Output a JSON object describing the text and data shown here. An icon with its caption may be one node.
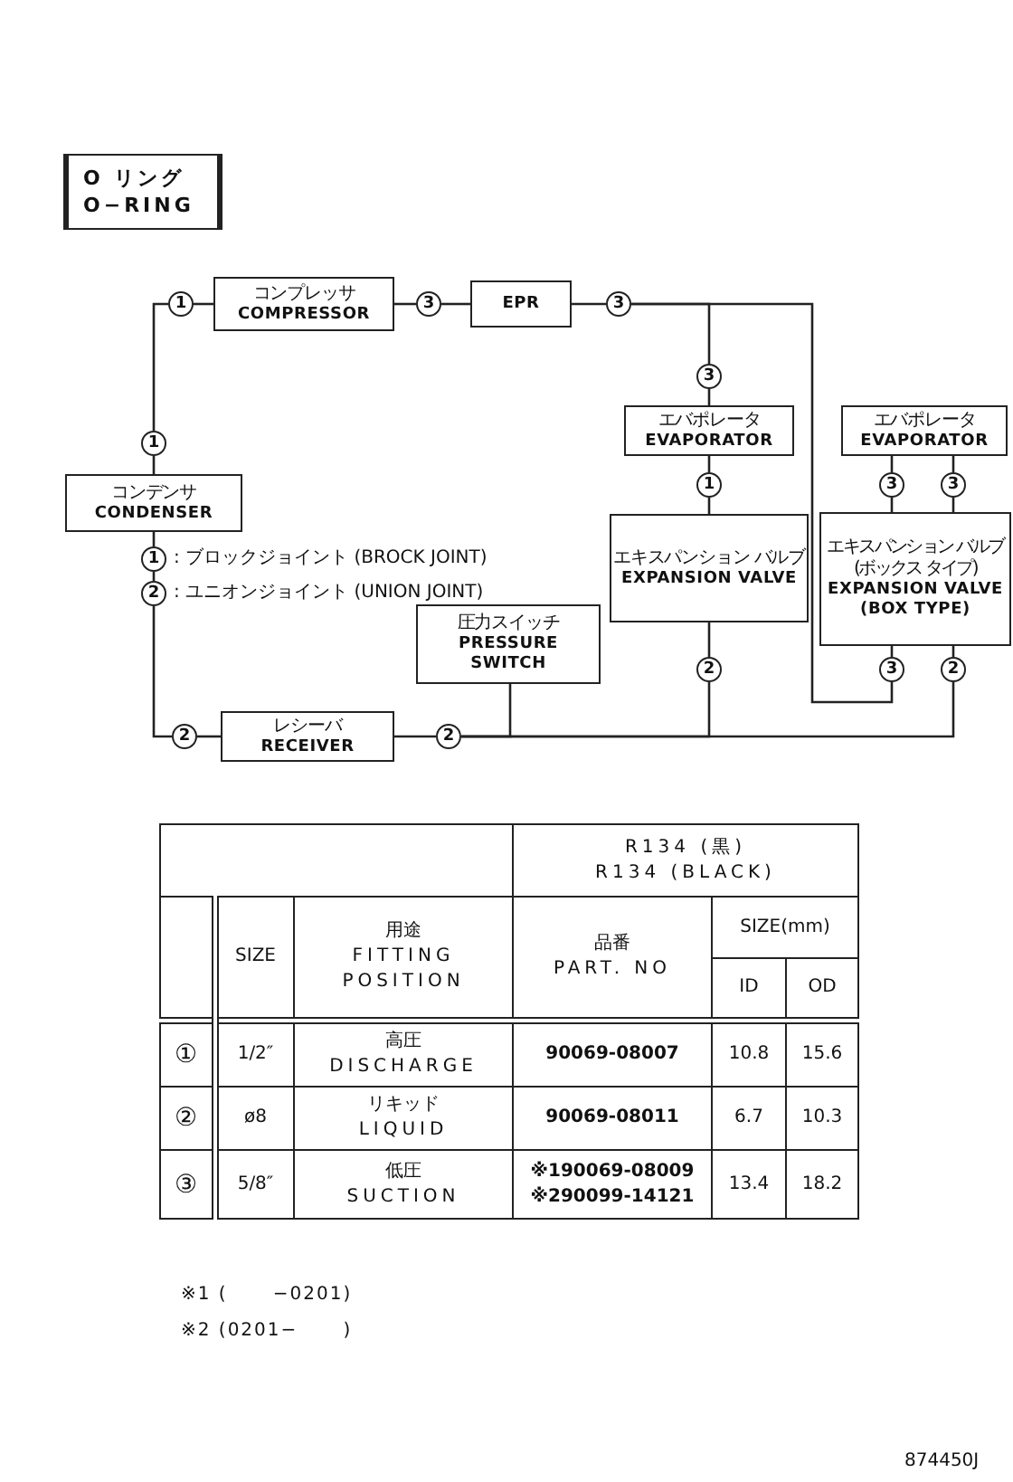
{
  "diagram": {
    "nodes": [
      {
        "text": [
          "O リング",
          "O−RING"
        ]
      },
      {
        "text": [
          "1"
        ]
      },
      {
        "text": [
          "コンプレッサ",
          "COMPRESSOR"
        ]
      },
      {
        "text": [
          "3"
        ]
      },
      {
        "text": [
          "EPR"
        ]
      },
      {
        "text": [
          "3"
        ]
      },
      {
        "text": [
          "3"
        ]
      },
      {
        "text": [
          "エバポレータ",
          "EVAPORATOR"
        ]
      },
      {
        "text": [
          "エバポレータ",
          "EVAPORATOR"
        ]
      },
      {
        "text": [
          "1"
        ]
      },
      {
        "text": [
          "コンデンサ",
          "CONDENSER"
        ]
      },
      {
        "text": [
          "3"
        ]
      },
      {
        "text": [
          "3"
        ]
      },
      {
        "text": [
          "1"
        ]
      },
      {
        "text": [
          "エキスパンション バルブ",
          "EXPANSION VALVE"
        ]
      },
      {
        "text": [
          "エキスパンション バルブ",
          "(ボックス タイプ)",
          "EXPANSION VALVE (BOX TYPE)"
        ]
      },
      {
        "text": [
          "1"
        ],
        "beside": [
          ": ブロックジョイント (BROCK JOINT)"
        ]
      },
      {
        "text": [
          "2"
        ],
        "beside": [
          ": ユニオンジョイント (UNION JOINT)"
        ]
      },
      {
        "text": [
          "圧力スイッチ",
          "PRESSURE SWITCH"
        ]
      },
      {
        "text": [
          "2"
        ]
      },
      {
        "text": [
          "3"
        ]
      },
      {
        "text": [
          "2"
        ]
      },
      {
        "text": [
          "2"
        ]
      },
      {
        "text": [
          "レシーバ",
          "RECEIVER"
        ]
      },
      {
        "text": [
          "2"
        ]
      }
    ],
    "edges": [
      {
        "from": 1,
        "to": 2,
        "arrow": "none"
      },
      {
        "from": 2,
        "to": 3,
        "arrow": "none"
      },
      {
        "from": 3,
        "to": 4,
        "arrow": "none"
      },
      {
        "from": 4,
        "to": 5,
        "arrow": "none"
      },
      {
        "from": 5,
        "to": 6,
        "arrow": "none"
      },
      {
        "from": 5,
        "to": 20,
        "arrow": "none"
      },
      {
        "from": 6,
        "to": 7,
        "arrow": "none"
      },
      {
        "from": 7,
        "to": 13,
        "arrow": "none"
      },
      {
        "from": 13,
        "to": 14,
        "arrow": "none"
      },
      {
        "from": 14,
        "to": 19,
        "arrow": "none"
      },
      {
        "from": 8,
        "to": 11,
        "arrow": "none"
      },
      {
        "from": 8,
        "to": 12,
        "arrow": "none"
      },
      {
        "from": 11,
        "to": 15,
        "arrow": "none"
      },
      {
        "from": 12,
        "to": 15,
        "arrow": "none"
      },
      {
        "from": 15,
        "to": 20,
        "arrow": "none"
      },
      {
        "from": 15,
        "to": 21,
        "arrow": "none"
      },
      {
        "from": 24,
        "to": 19,
        "arrow": "none"
      },
      {
        "from": 24,
        "to": 21,
        "arrow": "none"
      },
      {
        "from": 24,
        "to": 18,
        "arrow": "none"
      },
      {
        "from": 1,
        "to": 9,
        "arrow": "none"
      },
      {
        "from": 9,
        "to": 10,
        "arrow": "none"
      },
      {
        "from": 10,
        "to": 16,
        "arrow": "none"
      },
      {
        "from": 16,
        "to": 17,
        "arrow": "none"
      },
      {
        "from": 17,
        "to": 22,
        "arrow": "none"
      },
      {
        "from": 22,
        "to": 23,
        "arrow": "none"
      },
      {
        "from": 23,
        "to": 24,
        "arrow": "none"
      }
    ],
    "labels": [
      "R134 (黒)",
      "R134 (BLACK)",
      "SIZE",
      "用途",
      "FITTING POSITION",
      "品番",
      "PART. NO",
      "SIZE(mm)",
      "ID",
      "OD",
      "①",
      "1/2″",
      "高圧",
      "DISCHARGE",
      "90069-08007",
      "10.8",
      "15.6",
      "②",
      "ø8",
      "リキッド",
      "LIQUID",
      "90069-08011",
      "6.7",
      "10.3",
      "③",
      "5/8″",
      "低圧",
      "SUCTION",
      "※190069-08009",
      "※290099-14121",
      "13.4",
      "18.2",
      "※1 (      −0201)",
      "※2 (0201−      )",
      "874450J"
    ]
  }
}
